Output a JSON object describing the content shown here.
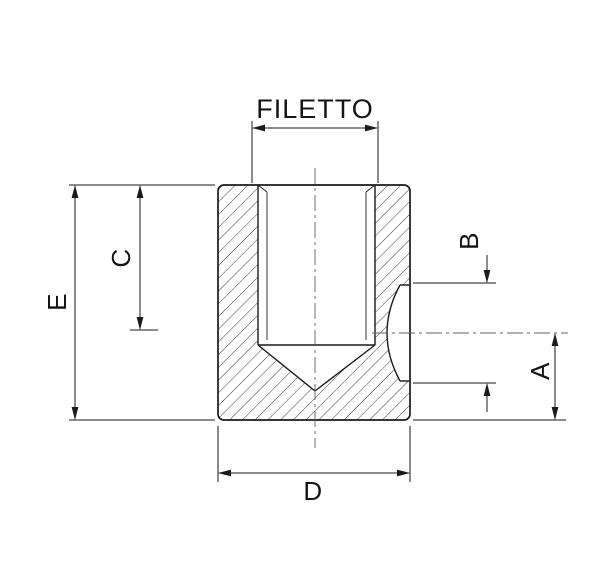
{
  "page": {
    "background": "#ffffff"
  },
  "drawing": {
    "type": "technical-section-drawing",
    "labels": {
      "thread": "FILETTO",
      "height": "E",
      "thread_depth": "C",
      "groove_span": "B",
      "bottom_offset": "A",
      "diameter": "D"
    },
    "colors": {
      "line": "#1a1a1a",
      "hatch": "#3a3a3a",
      "centerline": "#606060",
      "background": "#ffffff"
    }
  }
}
